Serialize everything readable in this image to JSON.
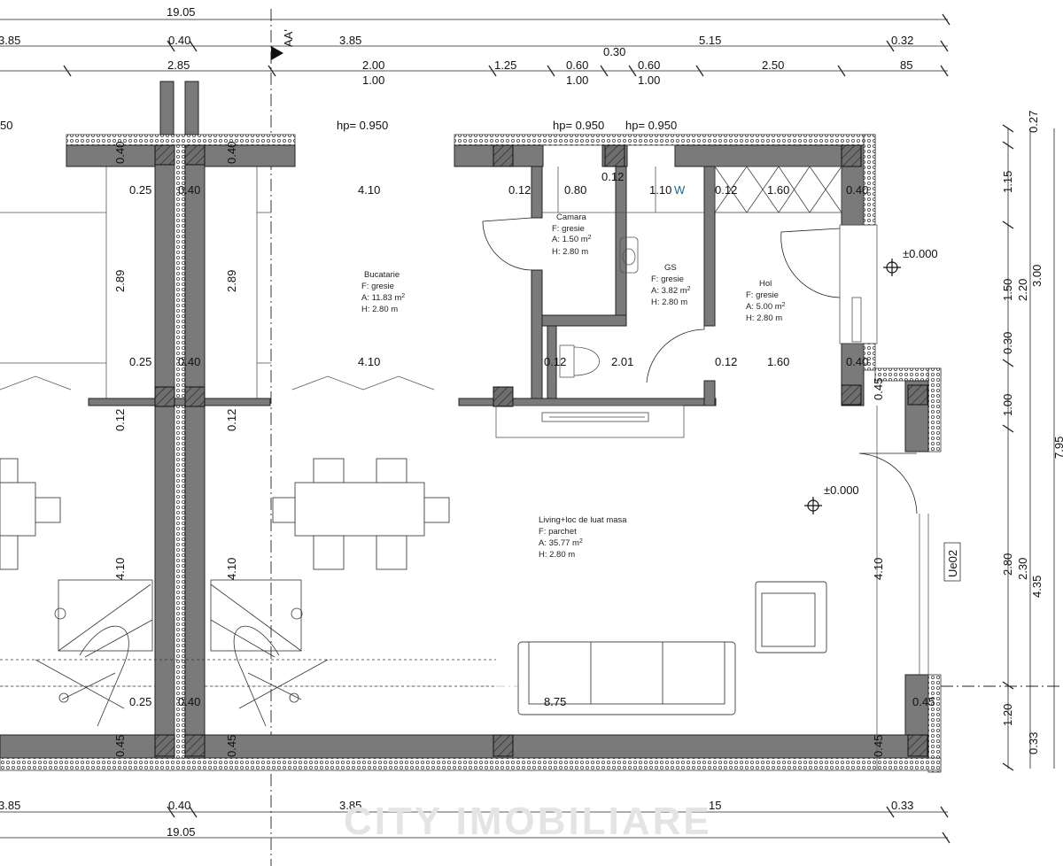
{
  "section_marker": "AA'",
  "dimensions": {
    "top_overall": "19.05",
    "top_row1": [
      "3.85",
      "0.40",
      "3.85",
      "5.15",
      "0.32"
    ],
    "top_gap": "0.30",
    "top_row2": [
      "2.85",
      "2.00",
      "1.25",
      "0.60",
      "0.60",
      "2.50",
      "85"
    ],
    "top_row3": [
      "1.00",
      "1.00",
      "1.00"
    ],
    "hp_labels": [
      "50",
      "hp= 0.950",
      "hp= 0.950",
      "hp= 0.950"
    ],
    "inner_row_top": [
      "0.25",
      "0.40",
      "4.10",
      "0.12",
      "0.80",
      "0.12",
      "1.10",
      "0.12",
      "1.60",
      "0.40"
    ],
    "inner_row_mid": [
      "0.25",
      "0.40",
      "4.10",
      "0.12",
      "2.01",
      "0.12",
      "1.60",
      "0.40"
    ],
    "inner_row_bottom": [
      "0.25",
      "0.40",
      "8.75",
      "0.45"
    ],
    "vertical_left": [
      "0.40",
      "0.40",
      "2.89",
      "2.89",
      "0.12",
      "0.12",
      "4.10",
      "4.10",
      "0.45",
      "0.45"
    ],
    "vertical_right_inner": [
      "0.45",
      "4.10",
      "0.45"
    ],
    "right_col1": [
      "0.27",
      "1.15",
      "1.50",
      "0.30",
      "1.00",
      "2.80",
      "1.20",
      "0.33"
    ],
    "right_col2": [
      "2.20",
      "2.30"
    ],
    "right_col3": [
      "3.00",
      "4.35"
    ],
    "right_overall": "7.95",
    "bottom_row": [
      "3.85",
      "0.40",
      "3.85",
      "15",
      "0.33"
    ],
    "bottom_overall": "19.05"
  },
  "door_label": "W",
  "window_label": "Ue02",
  "levels": [
    "±0.000",
    "±0.000"
  ],
  "rooms": [
    {
      "name": "Camara",
      "floor": "F: gresie",
      "area_prefix": "A: 1.50 m",
      "height": "H: 2.80 m"
    },
    {
      "name": "Bucatarie",
      "floor": "F: gresie",
      "area_prefix": "A: 11.83 m",
      "height": "H: 2.80 m"
    },
    {
      "name": "GS",
      "floor": "F: gresie",
      "area_prefix": "A: 3.82 m",
      "height": "H: 2.80 m"
    },
    {
      "name": "Hol",
      "floor": "F: gresie",
      "area_prefix": "A: 5.00 m",
      "height": "H: 2.80 m"
    },
    {
      "name": "Living+loc de luat masa",
      "floor": "F: parchet",
      "area_prefix": "A: 35.77 m",
      "height": "H: 2.80 m"
    }
  ],
  "area_sup": "2",
  "watermark": "CITY IMOBILIARE",
  "colors": {
    "wall": "#7a7a7a",
    "ink": "#111111",
    "insulation": "#ffffff"
  }
}
